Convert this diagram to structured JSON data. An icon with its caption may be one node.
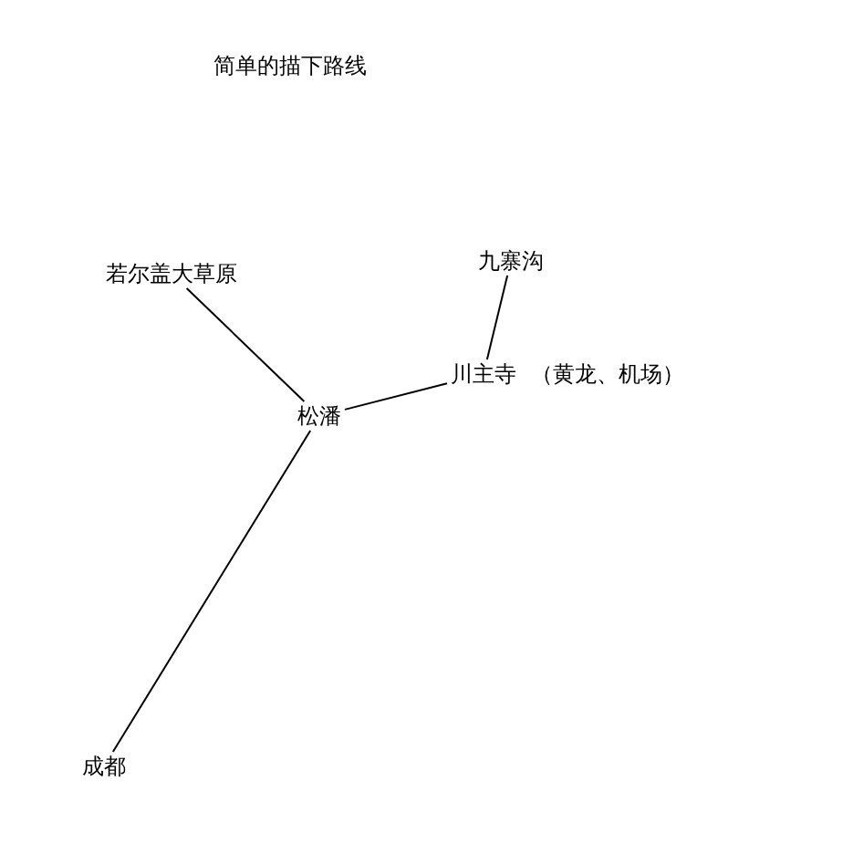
{
  "diagram": {
    "title": "简单的描下路线",
    "nodes": [
      {
        "text": [
          "若尔盖大草原"
        ]
      },
      {
        "text": [
          "九寨沟"
        ]
      },
      {
        "text": [
          "川主寺"
        ],
        "beside": [
          "（黄龙、机场）"
        ]
      },
      {
        "text": [
          "松潘"
        ]
      },
      {
        "text": [
          "成都"
        ]
      }
    ],
    "edges": [
      {
        "from": 0,
        "to": 3,
        "arrow": "none"
      },
      {
        "from": 3,
        "to": 2,
        "arrow": "none"
      },
      {
        "from": 2,
        "to": 1,
        "arrow": "none"
      },
      {
        "from": 3,
        "to": 4,
        "arrow": "none"
      }
    ]
  }
}
